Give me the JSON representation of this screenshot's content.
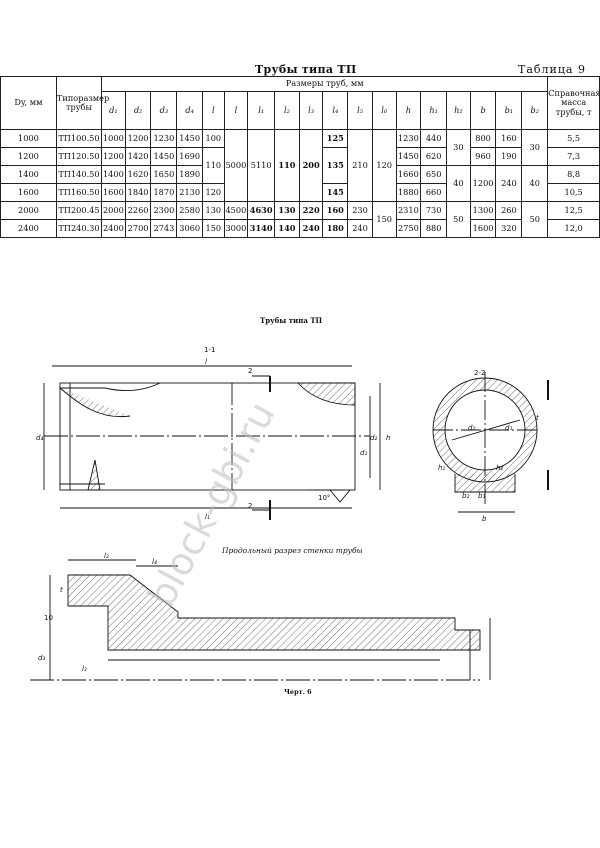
{
  "header": {
    "title": "Трубы типа ТП",
    "table_no": "Таблица 9"
  },
  "table": {
    "col_dy": "Dy, мм",
    "col_size": "Типоразмер трубы",
    "col_group": "Размеры труб, мм",
    "col_mass": "Справочная масса трубы, т",
    "sub_headers": [
      "d₁",
      "d₂",
      "d₃",
      "d₄",
      "l",
      "l",
      "l₁",
      "l₂",
      "l₃",
      "l₄",
      "l₅",
      "l₆",
      "h",
      "h₁",
      "h₂",
      "b",
      "b₁",
      "b₂"
    ],
    "rows": [
      {
        "dy": "1000",
        "size": "ТП100.50",
        "d1": "1000",
        "d2": "1200",
        "d3": "1230",
        "d4": "1450",
        "t": "100",
        "h": "1230",
        "h1": "440",
        "b": "800",
        "b1": "160",
        "mass": "5,5"
      },
      {
        "dy": "1200",
        "size": "ТП120.50",
        "d1": "1200",
        "d2": "1420",
        "d3": "1450",
        "d4": "1690",
        "h": "1450",
        "h1": "620",
        "b": "960",
        "b1": "190",
        "mass": "7,3"
      },
      {
        "dy": "1400",
        "size": "ТП140.50",
        "d1": "1400",
        "d2": "1620",
        "d3": "1650",
        "d4": "1890",
        "h": "1660",
        "h1": "650",
        "mass": "8,8"
      },
      {
        "dy": "1600",
        "size": "ТП160.50",
        "d1": "1600",
        "d2": "1840",
        "d3": "1870",
        "d4": "2130",
        "t": "120",
        "h": "1880",
        "h1": "660",
        "mass": "10,5"
      },
      {
        "dy": "2000",
        "size": "ТП200.45",
        "d1": "2000",
        "d2": "2260",
        "d3": "2300",
        "d4": "2580",
        "t": "130",
        "l": "4500",
        "l1": "4630",
        "l2": "130",
        "l3": "220",
        "l4": "160",
        "l5": "230",
        "h": "2310",
        "h1": "730",
        "b": "1300",
        "b1": "260",
        "mass": "12,5"
      },
      {
        "dy": "2400",
        "size": "ТП240.30",
        "d1": "2400",
        "d2": "2700",
        "d3": "2743",
        "d4": "3060",
        "t": "150",
        "l": "3000",
        "l1": "3140",
        "l2": "140",
        "l3": "240",
        "l4": "180",
        "l5": "240",
        "h": "2750",
        "h1": "880",
        "b": "1600",
        "b1": "320",
        "mass": "12,0"
      }
    ],
    "merged": {
      "t_110": "110",
      "l_5000": "5000",
      "l1_5110": "5110",
      "l2_110": "110",
      "l3_200": "200",
      "l4_125": "125",
      "l4_135": "135",
      "l4_145": "145",
      "l5_210": "210",
      "l6_120": "120",
      "l6_150": "150",
      "h2_30": "30",
      "h2_40": "40",
      "h2_50": "50",
      "b_1200": "1200",
      "b1_240": "240",
      "b2_30": "30",
      "b2_40": "40",
      "b2_50": "50"
    }
  },
  "drawing": {
    "subtitle": "Трубы типа ТП",
    "section_1": "1-1",
    "section_2": "2-2",
    "profile_caption": "Продольный разрез стенки трубы",
    "figure_caption": "Черт. 6",
    "labels": {
      "l": "l",
      "l1": "l₁",
      "l2": "l₂",
      "l4": "l₄",
      "d1": "d₁",
      "d2": "d₂",
      "d3": "d₃",
      "d4": "d₄",
      "h": "h",
      "t": "t",
      "two": "2",
      "ten": "10",
      "angle": "10°",
      "b": "b",
      "b1": "b₁",
      "b2": "b₂",
      "h1": "h₁",
      "h2": "h₂"
    },
    "watermark": "block-gbi.ru"
  }
}
